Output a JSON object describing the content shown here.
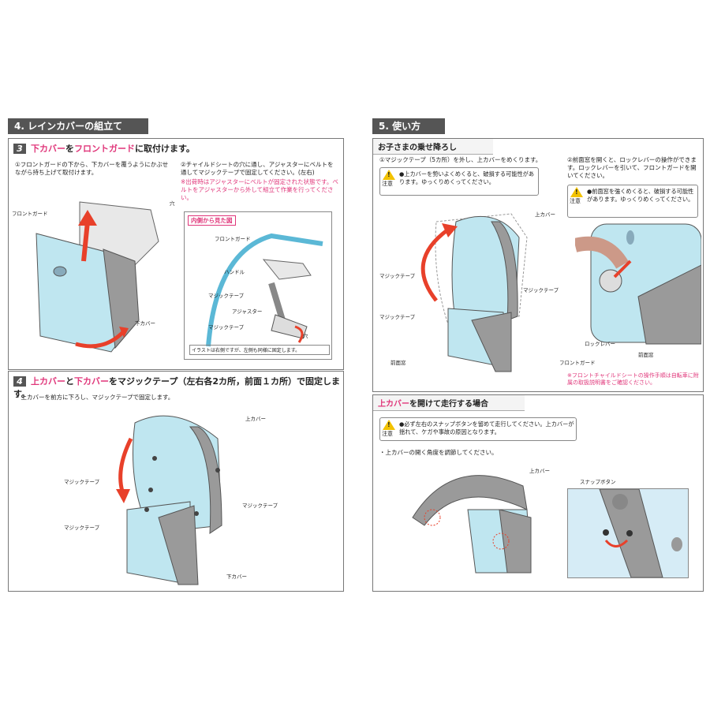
{
  "left": {
    "section_title": "4. レインカバーの組立て",
    "step3": {
      "num": "3",
      "title_parts": [
        "下カバー",
        "を",
        "フロントガード",
        "に取付けます。"
      ],
      "inst1": "①フロントガードの下から、下カバーを覆うようにかぶせながら持ち上げて取付けます。",
      "inst2": "②チャイルドシートの穴に通し、アジャスターにベルトを通してマジックテープで固定してください。(左右)",
      "inst2_note": "※出荷時はアジャスターにベルトが固定された状態です。ベルトをアジャスターから外して組立て作業を行ってください。",
      "labels": {
        "front_guard": "フロントガード",
        "hole": "穴",
        "lower_cover": "下カバー"
      },
      "inset": {
        "title": "内側から見た図",
        "front_guard": "フロントガード",
        "handle": "ハンドル",
        "magic_tape1": "マジックテープ",
        "adjuster": "アジャスター",
        "magic_tape2": "マジックテープ",
        "hole": "穴",
        "caption": "イラストは右側ですが、左側も同様に固定します。"
      }
    },
    "step4": {
      "num": "4",
      "title_parts": [
        "上カバー",
        "と",
        "下カバー",
        "をマジックテープ（左右各2カ所，前面１カ所）で固定します。"
      ],
      "inst": "・上カバーを前方に下ろし、マジックテープで固定します。",
      "labels": {
        "upper_cover": "上カバー",
        "magic_tape_left": "マジックテープ",
        "magic_tape_right": "マジックテープ",
        "magic_tape_front": "マジックテープ",
        "lower_cover": "下カバー"
      }
    }
  },
  "right": {
    "section_title": "5. 使い方",
    "boarding": {
      "heading": "お子さまの乗せ降ろし",
      "inst1": "①マジックテープ（5カ所）を外し、上カバーをめくります。",
      "caution_label": "注意",
      "caution1": "●上カバーを勢いよくめくると、破損する可能性があります。ゆっくりめくってください。",
      "inst2": "②前面窓を開くと、ロックレバーの操作ができます。ロックレバーを引いて、フロントガードを開いてください。",
      "caution2": "●前面窓を強くめくると、破損する可能性があります。ゆっくりめくってください。",
      "labels": {
        "upper_cover": "上カバー",
        "magic_tape_a": "マジックテープ",
        "magic_tape_b": "マジックテープ",
        "magic_tape_c": "マジックテープ",
        "front_window": "前面窓",
        "lock_lever": "ロックレバー",
        "front_guard": "フロントガード",
        "front_window2": "前面窓"
      },
      "pink_note": "※フロントチャイルドシートの操作手順は自転車に附属の取扱説明書をご確認ください。"
    },
    "riding": {
      "heading_parts": [
        "上カバー",
        "を開けて走行する場合"
      ],
      "caution_label": "注意",
      "caution": "●必ず左右のスナップボタンを留めて走行してください。上カバーが揺れて、ケガや事故の原因となります。",
      "inst": "・上カバーの開く角度を調節してください。",
      "labels": {
        "upper_cover": "上カバー",
        "snap_button": "スナップボタン"
      }
    }
  },
  "colors": {
    "accent_pink": "#e0367a",
    "cover_blue": "#bfe6f0",
    "cover_gray": "#9a9a9a",
    "arrow_red": "#e8402a"
  }
}
